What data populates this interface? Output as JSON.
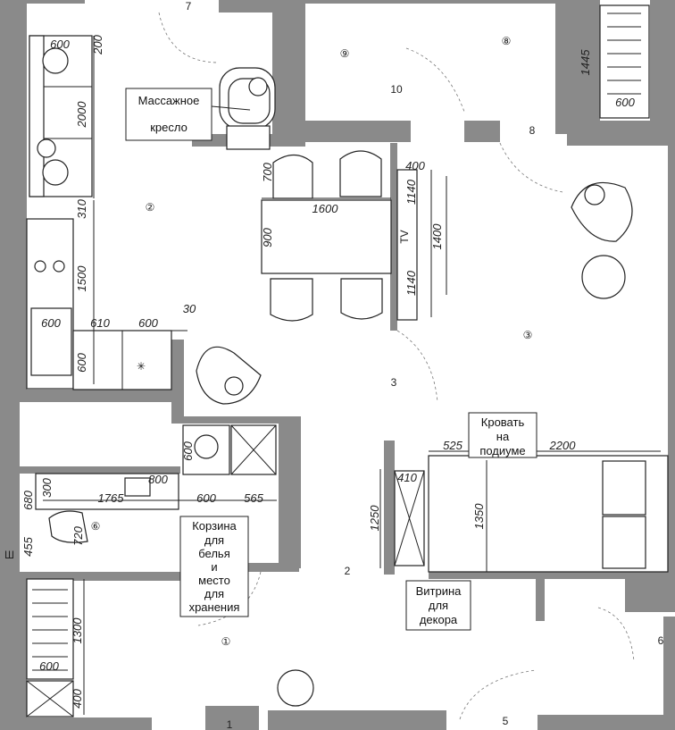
{
  "rooms": {
    "r1": "①",
    "r2": "②",
    "r3": "③",
    "r6": "⑥",
    "r8": "⑧",
    "r9": "⑨",
    "n1": "1",
    "n2": "2",
    "n3": "3",
    "n5": "5",
    "n6": "6",
    "n7": "7",
    "n8": "8",
    "n10": "10"
  },
  "labels": {
    "massage_l1": "Массажное",
    "massage_l2": "кресло",
    "bed_l1": "Кровать",
    "bed_l2": "на",
    "bed_l3": "подиуме",
    "basket_l1": "Корзина",
    "basket_l2": "для",
    "basket_l3": "белья",
    "basket_l4": "и",
    "basket_l5": "место",
    "basket_l6": "для",
    "basket_l7": "хранения",
    "showcase_l1": "Витрина",
    "showcase_l2": "для",
    "showcase_l3": "декора",
    "tv": "TV",
    "edge_mark": "Ш"
  },
  "dims": {
    "d600a": "600",
    "d200": "200",
    "d2000": "2000",
    "d310": "310",
    "d1500": "1500",
    "d610": "610",
    "d600b": "600",
    "d30": "30",
    "d600c": "600",
    "d600d": "600",
    "d700": "700",
    "d1600": "1600",
    "d900": "900",
    "d400a": "400",
    "d1140a": "1140",
    "d1400": "1400",
    "d1140b": "1140",
    "d1445": "1445",
    "d600e": "600",
    "d2200": "2200",
    "d525": "525",
    "d410": "410",
    "d1250": "1250",
    "d1350": "1350",
    "d300": "300",
    "d1765": "1765",
    "d800": "800",
    "d600f": "600",
    "d565": "565",
    "d680": "680",
    "d720": "720",
    "d455": "455",
    "d600g": "600",
    "d1300": "1300",
    "d600h": "600",
    "d400b": "400"
  }
}
